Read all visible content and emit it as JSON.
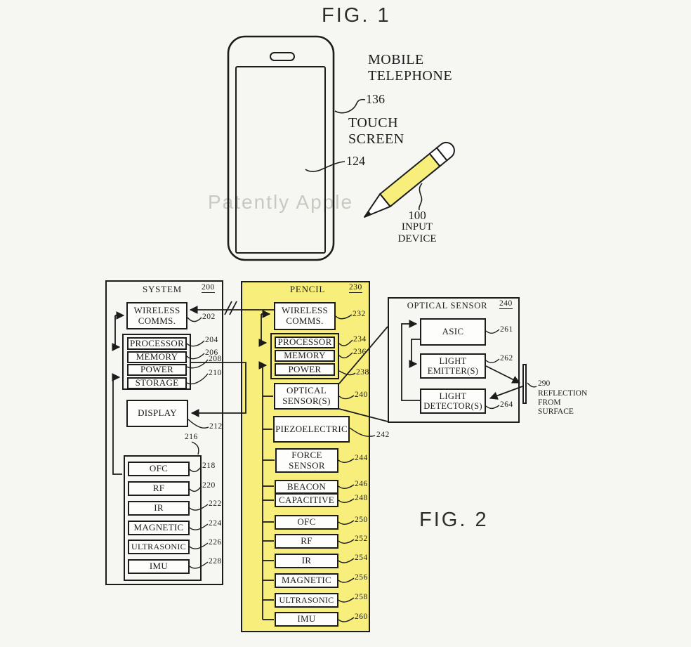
{
  "colors": {
    "background": "#f6f6f2",
    "ink": "#1c1c1c",
    "pencil_yellow": "#f7ee7b",
    "watermark_gray": "#c9c9c2",
    "box_fill": "#fdfdfb"
  },
  "fig1": {
    "title": "FIG. 1",
    "watermark": "Patently Apple",
    "mobile_telephone": {
      "line1": "MOBILE",
      "line2": "TELEPHONE",
      "ref": "136"
    },
    "touch_screen": {
      "line1": "TOUCH",
      "line2": "SCREEN",
      "ref": "124"
    },
    "input_device": {
      "ref": "100",
      "line1": "INPUT",
      "line2": "DEVICE"
    }
  },
  "fig2": {
    "title": "FIG. 2",
    "system": {
      "title": "SYSTEM",
      "ref": "200",
      "wireless": {
        "line1": "WIRELESS",
        "line2": "COMMS.",
        "ref": "202"
      },
      "processor": {
        "label": "PROCESSOR",
        "ref": "204"
      },
      "memory": {
        "label": "MEMORY",
        "ref": "206"
      },
      "power": {
        "label": "POWER",
        "ref": "208"
      },
      "storage": {
        "label": "STORAGE",
        "ref": "210"
      },
      "display": {
        "label": "DISPLAY",
        "ref": "212"
      },
      "sensor_group_ref": "216",
      "ofc": {
        "label": "OFC",
        "ref": "218"
      },
      "rf": {
        "label": "RF",
        "ref": "220"
      },
      "ir": {
        "label": "IR",
        "ref": "222"
      },
      "magnetic": {
        "label": "MAGNETIC",
        "ref": "224"
      },
      "ultrasonic": {
        "label": "ULTRASONIC",
        "ref": "226"
      },
      "imu": {
        "label": "IMU",
        "ref": "228"
      }
    },
    "pencil": {
      "title": "PENCIL",
      "ref": "230",
      "wireless": {
        "line1": "WIRELESS",
        "line2": "COMMS.",
        "ref": "232"
      },
      "processor": {
        "label": "PROCESSOR",
        "ref": "234"
      },
      "memory": {
        "label": "MEMORY",
        "ref": "236"
      },
      "power": {
        "label": "POWER",
        "ref": "238"
      },
      "optical_sensor": {
        "line1": "OPTICAL",
        "line2": "SENSOR(S)",
        "ref": "240"
      },
      "piezoelectric": {
        "label": "PIEZOELECTRIC",
        "ref": "242"
      },
      "force_sensor": {
        "line1": "FORCE",
        "line2": "SENSOR",
        "ref": "244"
      },
      "beacon": {
        "label": "BEACON",
        "ref": "246"
      },
      "capacitive": {
        "label": "CAPACITIVE",
        "ref": "248"
      },
      "ofc": {
        "label": "OFC",
        "ref": "250"
      },
      "rf": {
        "label": "RF",
        "ref": "252"
      },
      "ir": {
        "label": "IR",
        "ref": "254"
      },
      "magnetic": {
        "label": "MAGNETIC",
        "ref": "256"
      },
      "ultrasonic": {
        "label": "ULTRASONIC",
        "ref": "258"
      },
      "imu": {
        "label": "IMU",
        "ref": "260"
      }
    },
    "detail": {
      "title": "OPTICAL SENSOR",
      "ref": "240",
      "asic": {
        "label": "ASIC",
        "ref": "261"
      },
      "emitter": {
        "line1": "LIGHT",
        "line2": "EMITTER(S)",
        "ref": "262"
      },
      "detector": {
        "line1": "LIGHT",
        "line2": "DETECTOR(S)",
        "ref": "264"
      },
      "reflection": {
        "ref": "290",
        "line1": "REFLECTION",
        "line2": "FROM",
        "line3": "SURFACE"
      }
    }
  }
}
